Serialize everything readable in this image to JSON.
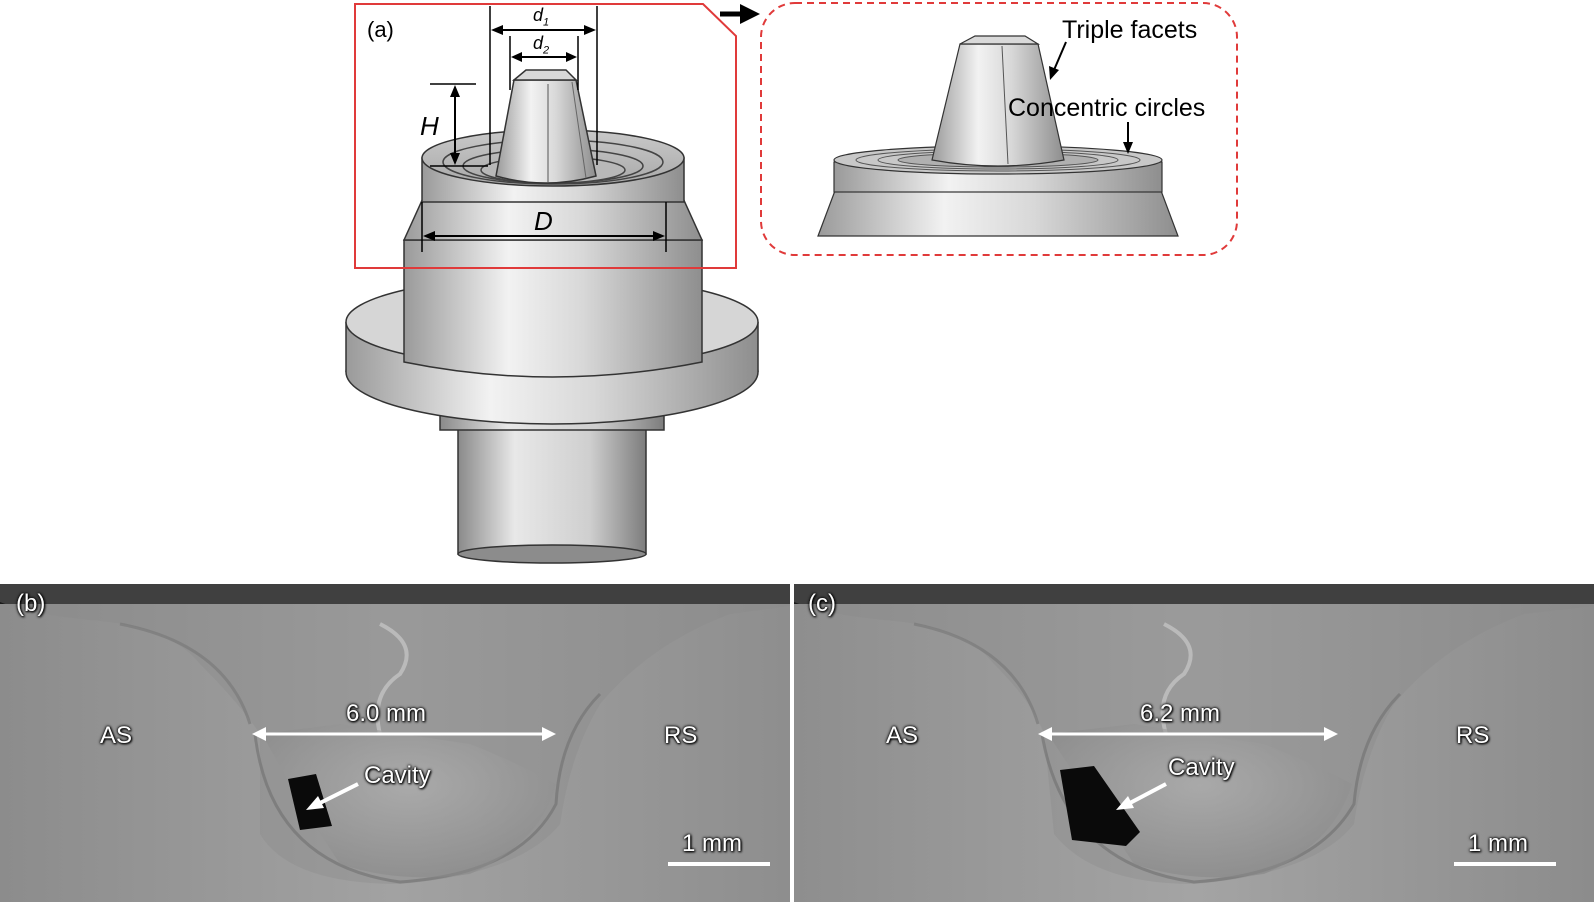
{
  "figure": {
    "panel_a": {
      "label": "(a)",
      "dims": {
        "d1": "d",
        "d1_sub": "1",
        "d2": "d",
        "d2_sub": "2",
        "H": "H",
        "D": "D"
      },
      "callouts": {
        "triple_facets": "Triple facets",
        "concentric_circles": "Concentric circles"
      }
    },
    "panel_b": {
      "label": "(b)",
      "as": "AS",
      "rs": "RS",
      "width": "6.0 mm",
      "cavity": "Cavity",
      "scale": "1 mm"
    },
    "panel_c": {
      "label": "(c)",
      "as": "AS",
      "rs": "RS",
      "width": "6.2 mm",
      "cavity": "Cavity",
      "scale": "1 mm"
    }
  },
  "colors": {
    "frame_red": "#e03a3a",
    "metal_light": "#dcdcdc",
    "metal_dark": "#8a8a8a",
    "micro_bg": "#9a9a9a"
  }
}
